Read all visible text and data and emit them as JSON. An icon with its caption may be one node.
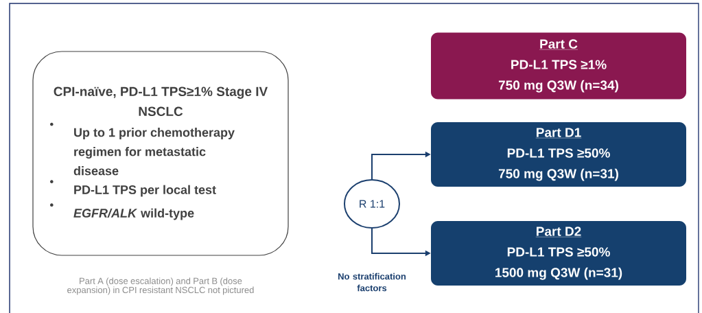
{
  "diagram": {
    "nodes": [
      {
        "text": [
          "CPI-naïve, PD-L1 TPS≥1% Stage IV NSCLC",
          "Up to 1 prior chemotherapy regimen for metastatic disease",
          "PD-L1 TPS per local test",
          "*EGFR/ALK* wild-type"
        ],
        "beside": [
          "Part A (dose escalation) and Part B (dose expansion) in CPI resistant NSCLC not pictured"
        ]
      },
      {
        "text": [
          "Part C",
          "PD-L1 TPS ≥1%",
          "750 mg Q3W (n=34)"
        ]
      },
      {
        "text": [
          "Part D1",
          "PD-L1 TPS ≥50%",
          "750 mg Q3W (n=31)"
        ]
      },
      {
        "text": [
          "R 1:1"
        ]
      },
      {
        "text": [
          "Part D2",
          "PD-L1 TPS ≥50%",
          "1500 mg Q3W (n=31)"
        ]
      }
    ],
    "edges": [
      {
        "from": 3,
        "to": 2,
        "arrow": "to"
      },
      {
        "from": 3,
        "to": 4,
        "arrow": "to"
      }
    ],
    "labels": [
      "No stratification factors"
    ]
  }
}
